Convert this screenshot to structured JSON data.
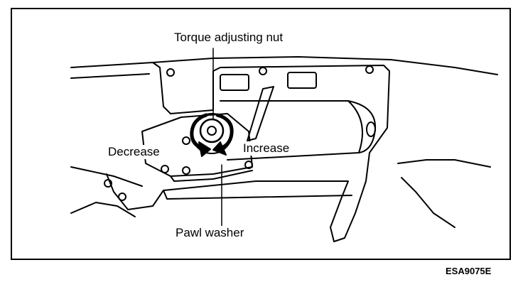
{
  "labels": {
    "torque_nut": "Torque adjusting nut",
    "decrease": "Decrease",
    "increase": "Increase",
    "pawl_washer": "Pawl washer",
    "figure_code": "ESA9075E"
  },
  "colors": {
    "line": "#000000",
    "background": "#ffffff"
  }
}
